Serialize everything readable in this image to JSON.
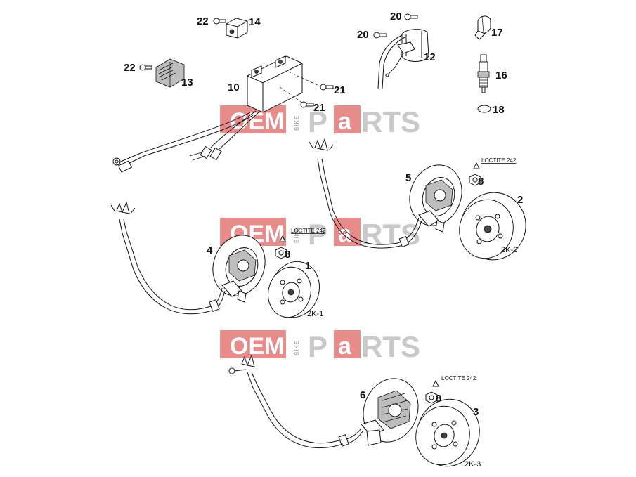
{
  "watermark": {
    "left": "OEM",
    "middle": "BIKE",
    "right_a": "P",
    "right_b": "a",
    "right_c": "RTS",
    "color": "#e06a6a"
  },
  "callouts": {
    "c1": "1",
    "c2": "2",
    "c3": "3",
    "c4": "4",
    "c5": "5",
    "c6": "6",
    "c8a": "8",
    "c8b": "8",
    "c8c": "8",
    "c10": "10",
    "c12": "12",
    "c13": "13",
    "c14": "14",
    "c16": "16",
    "c17": "17",
    "c18": "18",
    "c20a": "20",
    "c20b": "20",
    "c21a": "21",
    "c21b": "21",
    "c22a": "22",
    "c22b": "22"
  },
  "notes": {
    "loctite_a": "LOCTITE 242",
    "loctite_b": "LOCTITE 242",
    "loctite_c": "LOCTITE 242"
  },
  "captions": {
    "k1": "2K-1",
    "k2": "2K-2",
    "k3": "2K-3"
  }
}
